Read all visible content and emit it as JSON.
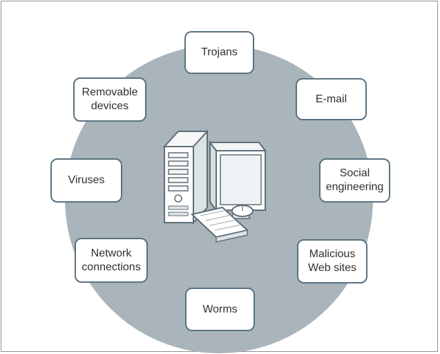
{
  "diagram": {
    "center": {
      "icon": "desktop-computer-icon"
    },
    "nodes": [
      {
        "id": "trojans",
        "label": "Trojans"
      },
      {
        "id": "email",
        "label": "E-mail"
      },
      {
        "id": "social-engineering",
        "label": "Social\nengineering"
      },
      {
        "id": "malicious-web-sites",
        "label": "Malicious\nWeb sites"
      },
      {
        "id": "worms",
        "label": "Worms"
      },
      {
        "id": "network-connections",
        "label": "Network\nconnections"
      },
      {
        "id": "viruses",
        "label": "Viruses"
      },
      {
        "id": "removable-devices",
        "label": "Removable\ndevices"
      }
    ],
    "colors": {
      "disc": "#a9b4bb",
      "node_border": "#58717e",
      "text": "#2f2f2f",
      "frame": "#8f8f8f"
    }
  }
}
